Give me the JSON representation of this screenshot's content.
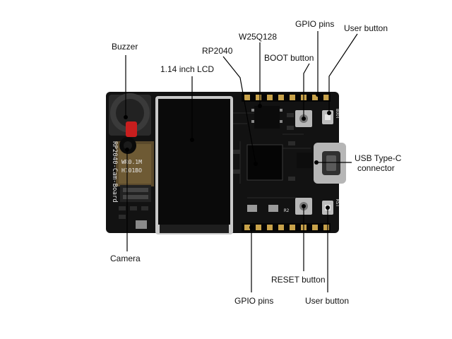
{
  "labels": {
    "buzzer": "Buzzer",
    "lcd": "1.14 inch LCD",
    "rp2040": "RP2040",
    "flash": "W25Q128",
    "gpio_top": "GPIO pins",
    "user_btn_top": "User button",
    "boot_btn": "BOOT button",
    "usb_line1": "USB Type-C",
    "usb_line2": "connector",
    "camera": "Camera",
    "reset_btn": "RESET button",
    "gpio_bottom": "GPIO pins",
    "user_btn_bottom": "User button"
  },
  "board": {
    "silkscreen_name": "RP2040-Cam-Board",
    "camera_module_text_1": "WR0.1M",
    "camera_module_text_2": "H101BO",
    "boot_silk": "BOOT",
    "rst_silk": "RST",
    "r2_silk": "R2"
  },
  "colors": {
    "pcb": "#121212",
    "lcd_glass": "#0a0a0a",
    "lcd_frame": "#c9c9c9",
    "header_pin": "#c8a24a",
    "buzzer_red": "#c81e1e"
  }
}
